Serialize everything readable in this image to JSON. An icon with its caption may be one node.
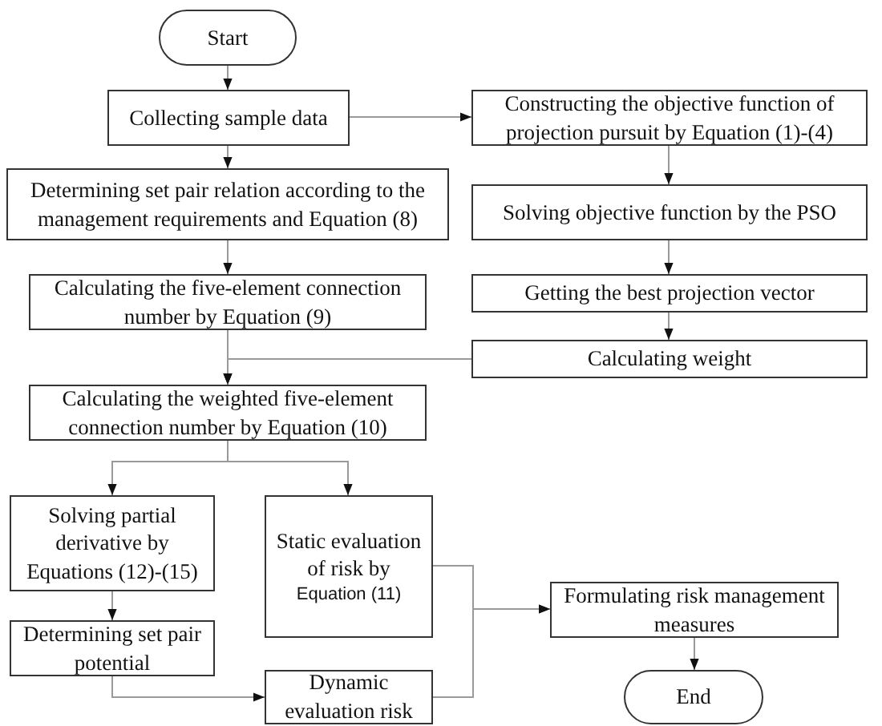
{
  "diagram": {
    "nodes": [
      {
        "text": [
          "Start"
        ]
      },
      {
        "text": [
          "Collecting sample data"
        ]
      },
      {
        "text": [
          "Constructing the objective function of projection pursuit by Equation (1)-(4)"
        ]
      },
      {
        "text": [
          "Determining set pair relation according to the management requirements and Equation (8)"
        ]
      },
      {
        "text": [
          "Solving objective function by the PSO"
        ]
      },
      {
        "text": [
          "Calculating the five-element connection number by Equation (9)"
        ]
      },
      {
        "text": [
          "Getting the best projection vector"
        ]
      },
      {
        "text": [
          "Calculating weight"
        ]
      },
      {
        "text": [
          "Calculating the weighted five-element connection number by Equation (10)"
        ]
      },
      {
        "text": [
          "Solving partial derivative by Equations (12)-(15)"
        ]
      },
      {
        "text": [
          "Static evaluation of risk by",
          "Equation (11)"
        ]
      },
      {
        "text": [
          "Formulating risk management measures"
        ]
      },
      {
        "text": [
          "Determining set pair potential"
        ]
      },
      {
        "text": [
          "Dynamic evaluation risk"
        ]
      },
      {
        "text": [
          "End"
        ]
      }
    ],
    "edges": [
      {
        "from": 0,
        "to": 1,
        "arrow": "to"
      },
      {
        "from": 1,
        "to": 2,
        "arrow": "to"
      },
      {
        "from": 1,
        "to": 3,
        "arrow": "to"
      },
      {
        "from": 2,
        "to": 4,
        "arrow": "to"
      },
      {
        "from": 4,
        "to": 6,
        "arrow": "to"
      },
      {
        "from": 6,
        "to": 7,
        "arrow": "to"
      },
      {
        "from": 3,
        "to": 5,
        "arrow": "to"
      },
      {
        "from": 5,
        "to": 8,
        "arrow": "to"
      },
      {
        "from": 7,
        "to": 8,
        "arrow": "to"
      },
      {
        "from": 8,
        "to": 9,
        "arrow": "to"
      },
      {
        "from": 8,
        "to": 10,
        "arrow": "to"
      },
      {
        "from": 9,
        "to": 12,
        "arrow": "to"
      },
      {
        "from": 12,
        "to": 13,
        "arrow": "to"
      },
      {
        "from": 10,
        "to": 11,
        "arrow": "to"
      },
      {
        "from": 13,
        "to": 11,
        "arrow": "to"
      },
      {
        "from": 11,
        "to": 14,
        "arrow": "to"
      }
    ]
  }
}
